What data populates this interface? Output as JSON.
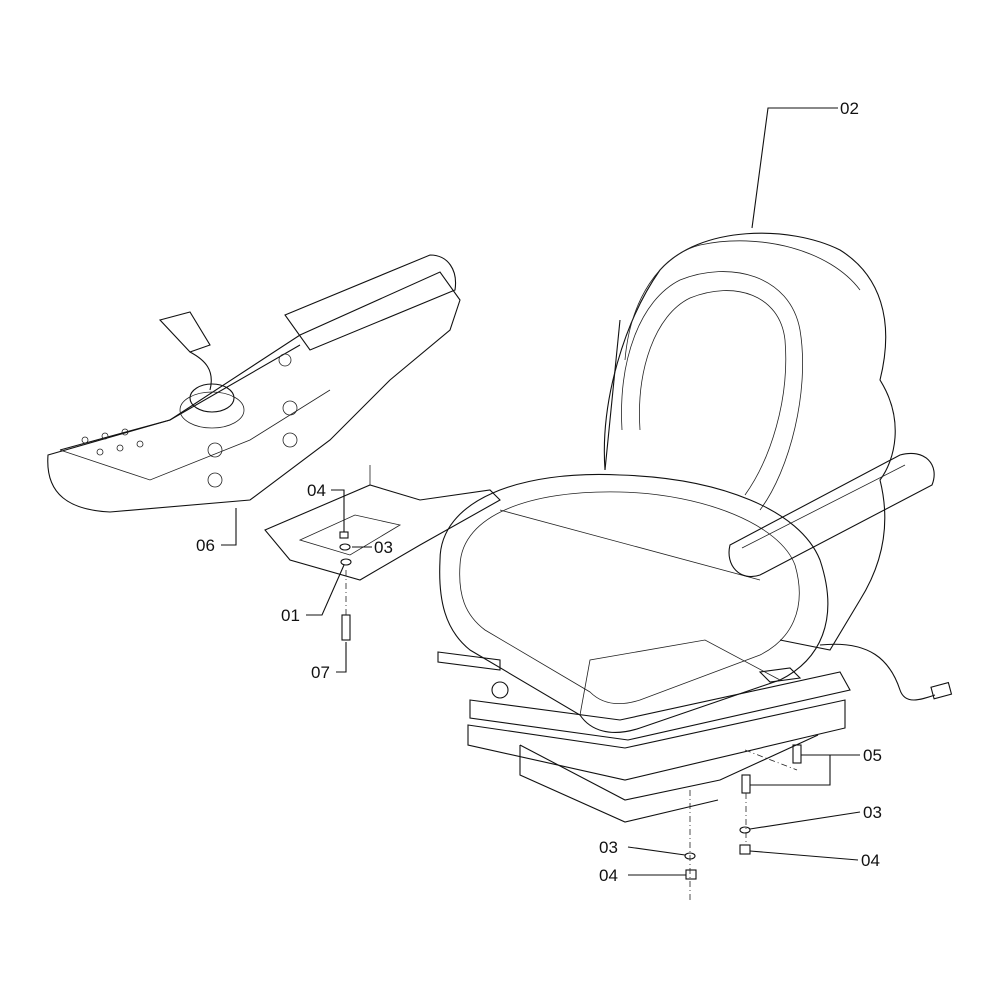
{
  "diagram": {
    "callouts": [
      {
        "id": "seat",
        "label": "02"
      },
      {
        "id": "nut-upper",
        "label": "04"
      },
      {
        "id": "washer-upper",
        "label": "03"
      },
      {
        "id": "console",
        "label": "06"
      },
      {
        "id": "bracket",
        "label": "01"
      },
      {
        "id": "bolt-upper",
        "label": "07"
      },
      {
        "id": "bolts-lower",
        "label": "05"
      },
      {
        "id": "washer-lower-right",
        "label": "03"
      },
      {
        "id": "washer-lower-left",
        "label": "03"
      },
      {
        "id": "nut-lower-left",
        "label": "04"
      },
      {
        "id": "nut-lower-right",
        "label": "04"
      }
    ]
  }
}
